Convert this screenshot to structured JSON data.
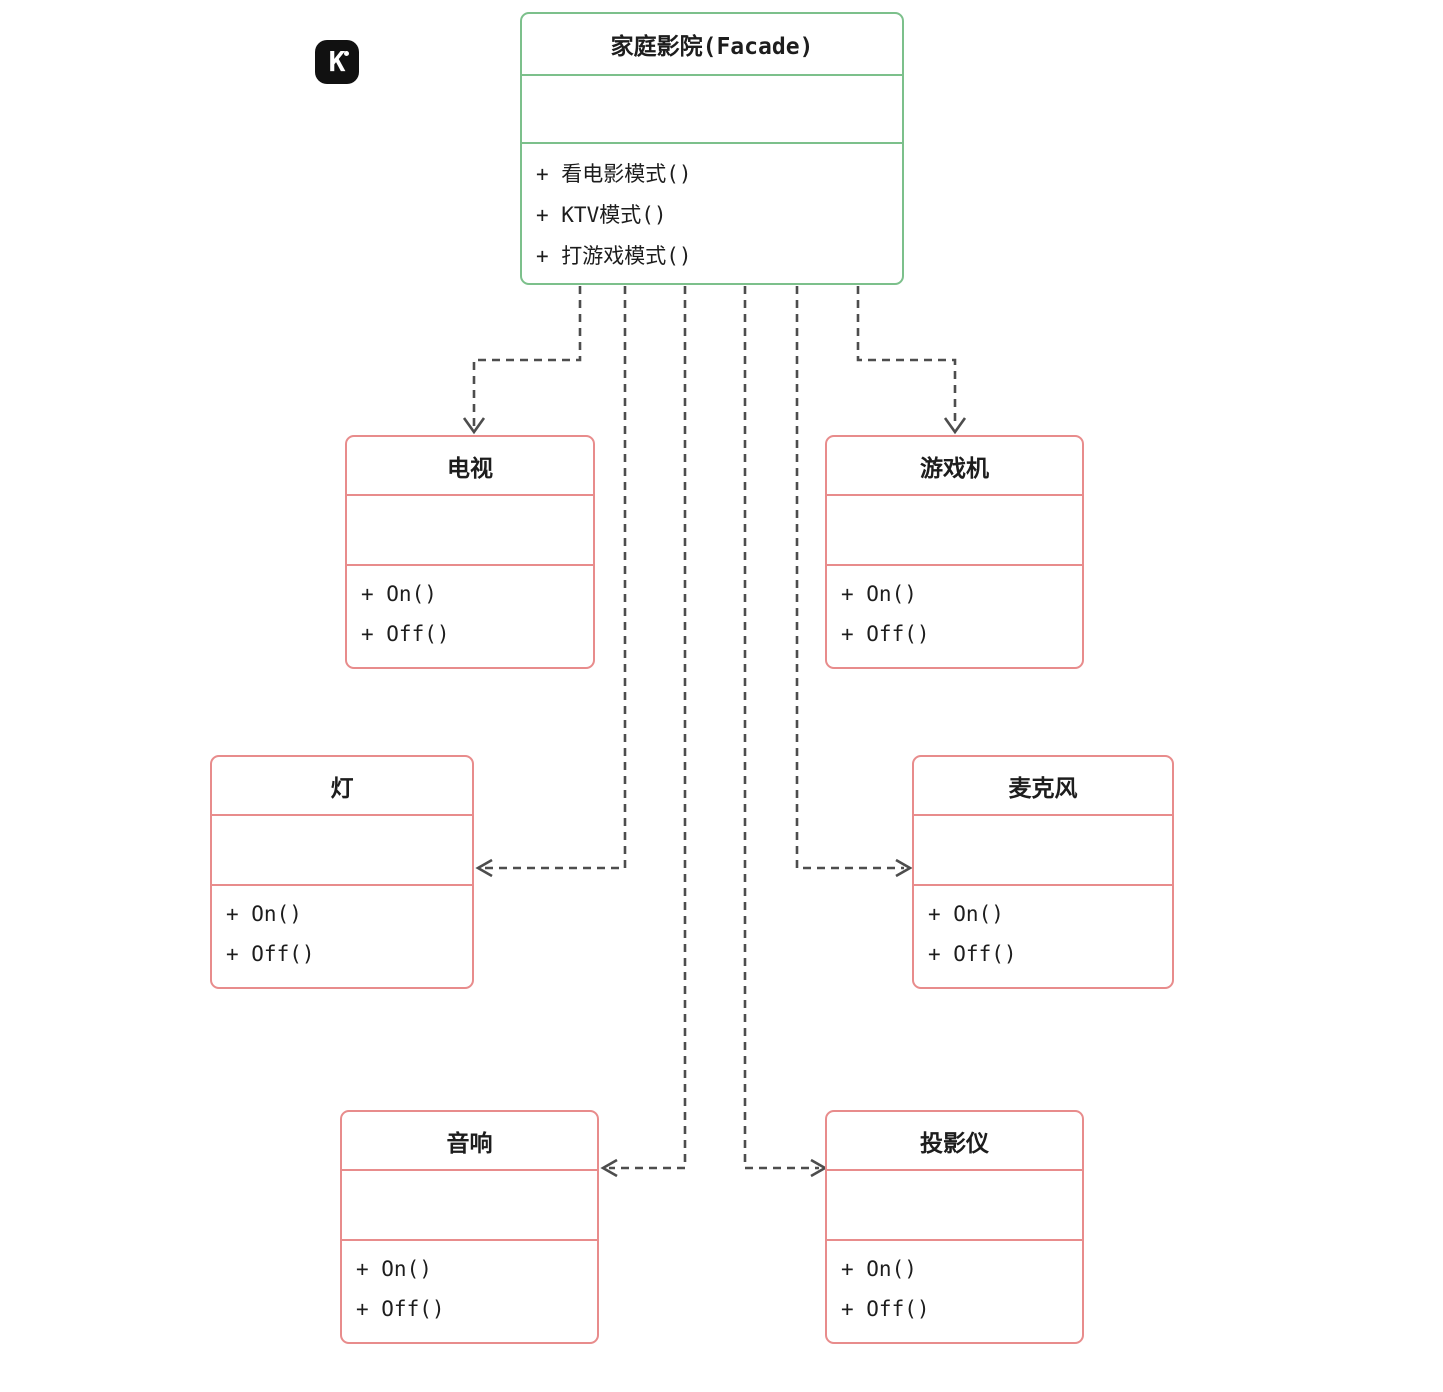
{
  "logo": {
    "text": "K"
  },
  "facade": {
    "title": "家庭影院(Facade)",
    "methods": [
      "+ 看电影模式()",
      "+ KTV模式()",
      "+ 打游戏模式()"
    ]
  },
  "classes": {
    "tv": {
      "title": "电视",
      "methods": [
        "+ On()",
        "+ Off()"
      ]
    },
    "console": {
      "title": "游戏机",
      "methods": [
        "+ On()",
        "+ Off()"
      ]
    },
    "light": {
      "title": "灯",
      "methods": [
        "+ On()",
        "+ Off()"
      ]
    },
    "mic": {
      "title": "麦克风",
      "methods": [
        "+ On()",
        "+ Off()"
      ]
    },
    "speaker": {
      "title": "音响",
      "methods": [
        "+ On()",
        "+ Off()"
      ]
    },
    "projector": {
      "title": "投影仪",
      "methods": [
        "+ On()",
        "+ Off()"
      ]
    }
  },
  "colors": {
    "facade_border": "#7cc08b",
    "class_border": "#e88c8c",
    "line": "#4d4d4d",
    "logo_bg": "#111111",
    "logo_fg": "#ffffff"
  }
}
